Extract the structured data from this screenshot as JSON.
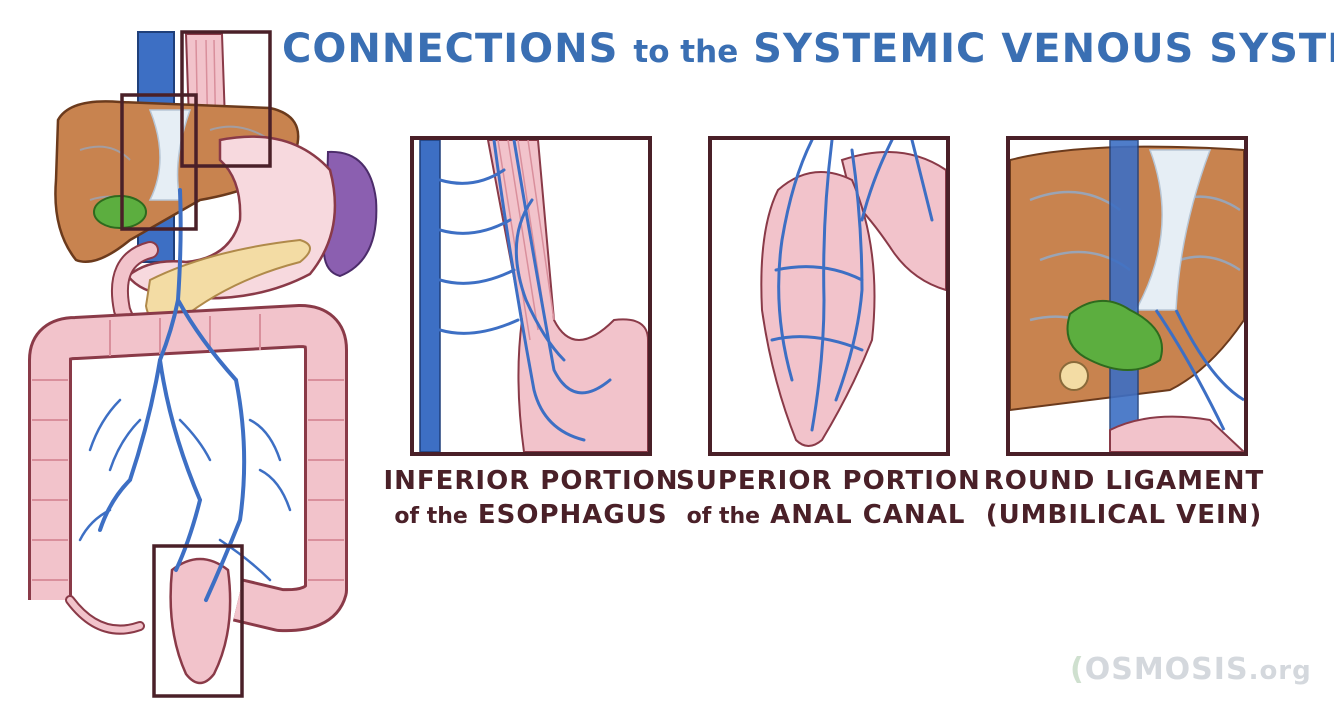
{
  "title": {
    "part1": "CONNECTIONS",
    "part2": "to the",
    "part3": "SYSTEMIC VENOUS SYSTEM"
  },
  "panels": [
    {
      "line1": "INFERIOR PORTION",
      "line2_small": "of the",
      "line2_big": "ESOPHAGUS"
    },
    {
      "line1": "SUPERIOR PORTION",
      "line2_small": "of the",
      "line2_big": "ANAL CANAL"
    },
    {
      "line1": "ROUND LIGAMENT",
      "line2_small": "",
      "line2_big": "(UMBILICAL VEIN)"
    }
  ],
  "logo": {
    "ring": "(",
    "name": "OSMOSIS",
    "suffix": ".org"
  },
  "colors": {
    "title_blue": "#3a6fb3",
    "frame_dark": "#4a2028",
    "vein_blue": "#3d6fc4",
    "tissue_pink": "#f2c3cb",
    "liver_brown": "#c8834f",
    "gallbladder_green": "#5cae3f",
    "spleen_purple": "#8b5fb0",
    "pancreas_yellow": "#f3dca4"
  }
}
